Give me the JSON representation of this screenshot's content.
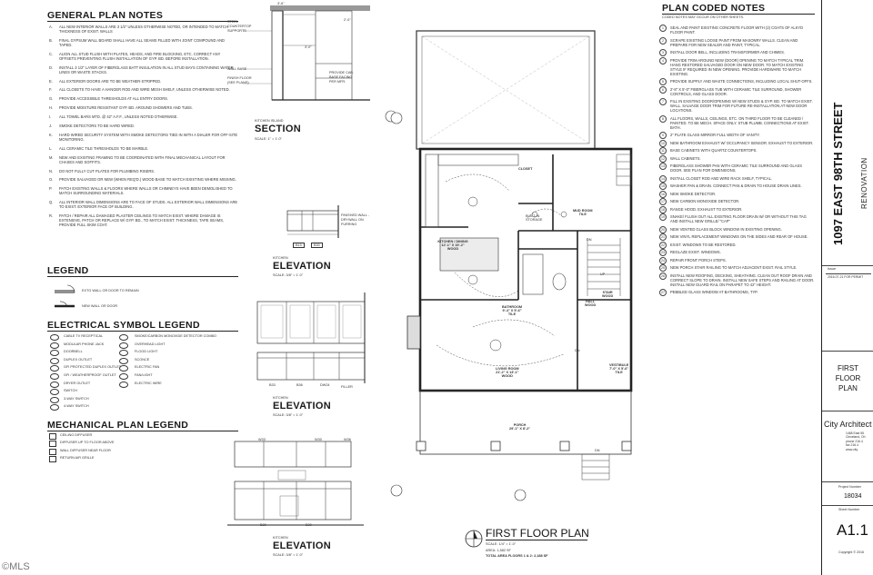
{
  "general_plan_notes": {
    "title": "GENERAL PLAN NOTES",
    "items": [
      {
        "key": "A.",
        "text": "ALL NEW INTERIOR WALLS ARE 3 1/2\" UNLESS OTHERWISE NOTED, OR INTENDED TO MATCH THICKNESS OF EXIST. WALLS"
      },
      {
        "key": "B.",
        "text": "FINAL GYPSUM WALL BOARD SHALL HAVE ALL SEAMS FILLED WITH JOINT COMPOUND AND TAPED."
      },
      {
        "key": "C.",
        "text": "ALIGN ALL STUD FLUSH WITH PLATES, HEADS, AND FIRE BLOCKING, ETC. CORRECT ANY OFFSETS PREVENTING FLUSH INSTALLATION OF GYP. BD. BEFORE INSTALLATION."
      },
      {
        "key": "D.",
        "text": "INSTALL 3 1/2\" LAYER OF FIBERGLASS BATT INSULATION IN ALL STUD BAYS CONTAINING WATER LINES OR WASTE STACKS."
      },
      {
        "key": "E.",
        "text": "ALL EXTERIOR DOORS ARE TO BE WEATHER-STRIPPED."
      },
      {
        "key": "F.",
        "text": "ALL CLOSETS TO HAVE A HANGER ROD AND WIRE MESH SHELF, UNLESS OTHERWISE NOTED."
      },
      {
        "key": "G.",
        "text": "PROVIDE ACCESSIBLE THRESHOLDS AT ALL ENTRY DOORS."
      },
      {
        "key": "H.",
        "text": "PROVIDE MOISTURE RESISTANT GYP. BD. AROUND SHOWERS AND TUBS."
      },
      {
        "key": "I.",
        "text": "ALL TOWEL BARS MTD. @ 42\" A.F.F., UNLESS NOTED OTHERWISE."
      },
      {
        "key": "J.",
        "text": "SMOKE DETECTORS TO BE HARD WIRED."
      },
      {
        "key": "K.",
        "text": "HARD WIRED SECURITY SYSTEM WITH SMOKE DETECTORS TIED IN WITH A DIALER FOR OFF-SITE MONITORING."
      },
      {
        "key": "L.",
        "text": "ALL CERAMIC TILE THRESHOLDS TO BE MARBLE."
      },
      {
        "key": "M.",
        "text": "NEW AND EXISTING FRAMING TO BE COORDINATED WITH FINAL MECHANICAL LAYOUT FOR CHASES AND SOFFITS."
      },
      {
        "key": "N.",
        "text": "DO NOT FULLY CUT PLATES FOR PLUMBING RISERS."
      },
      {
        "key": "O.",
        "text": "PROVIDE SALVAGED OR NEW (WHEN REQ'D.) WOOD BASE TO MATCH EXISTING WHERE MISSING."
      },
      {
        "key": "P.",
        "text": "PATCH EXISTING WALLS & FLOORS WHERE WALLS OR CHIMNEYS HAVE BEEN DEMOLISHED TO MATCH SURROUNDING MATERIALS."
      },
      {
        "key": "Q.",
        "text": "ALL INTERIOR WALL DIMENSIONS ARE TO FACE OF STUDS. ALL EXTERIOR WALL DIMENSIONS ARE TO EXIST. EXTERIOR FACE OF BUILDING."
      },
      {
        "key": "R.",
        "text": "PATCH / REPAIR ALL DAMAGED PLASTER CEILINGS TO MATCH EXIST. WHERE DAMAGE IS EXTENSIVE, PATCH OR REPLACE W/ GYP. BD., TO MATCH EXIST. THICKNESS, TAPE SEAMS, PROVIDE FULL SKIM COAT."
      }
    ]
  },
  "legend": {
    "title": "LEGEND",
    "items": [
      "EXTG WALL OR DOOR TO REMAIN",
      "NEW WALL OR DOOR"
    ]
  },
  "electrical_legend": {
    "title": "ELECTRICAL SYMBOL LEGEND",
    "left": [
      "CABLE TV RECEPTICAL",
      "MODULAR PHONE JACK",
      "DOORBELL",
      "DUPLEX OUTLET",
      "GFI PROTECTED DUPLEX OUTLET",
      "GFI / WEATHERPROOF OUTLET",
      "DRYER OUTLET",
      "SWITCH",
      "3-WAY SWITCH",
      "4-WAY SWITCH"
    ],
    "right": [
      "SMOKE/CARBON MONOXIDE DETECTOR COMBO",
      "OVERHEAD LIGHT",
      "FLOOD LIGHT",
      "SCONCE",
      "ELECTRIC FAN",
      "FAN/LIGHT",
      "ELECTRIC WIRE"
    ]
  },
  "mechanical_legend": {
    "title": "MECHANICAL PLAN LEGEND",
    "items": [
      "CEILING DIFFUSER",
      "DIFFUSER UP TO FLOOR ABOVE",
      "WALL DIFFUSER NEAR FLOOR",
      "RETURN AIR GRILLE"
    ]
  },
  "section_drawing": {
    "title": "SECTION",
    "caption": "KITCHEN ISLAND",
    "scale": "SCALE: 1\" = 1'-0\"",
    "labels": [
      "STEEL COUNTERTOP SUPPORTS",
      "WALL BASE",
      "FINISH FLOOR (SEE PLANS)",
      "PROVIDE CAB. BASE FACING PER MFR."
    ],
    "dims": [
      "3'-6\"",
      "3'-0\"",
      "2'-0\""
    ]
  },
  "elevations": [
    {
      "title": "ELEVATION",
      "caption": "KITCHEN",
      "scale": "SCALE: 3/8\" = 1'-0\"",
      "tags": [
        "B15",
        "B30"
      ],
      "note": "FINISHED WALL - DRYWALL ON FURRING"
    },
    {
      "title": "ELEVATION",
      "caption": "KITCHEN",
      "scale": "SCALE: 3/8\" = 1'-0\"",
      "tags": [
        "B33",
        "B36",
        "DW24"
      ],
      "note": "FILLER"
    },
    {
      "title": "ELEVATION",
      "caption": "KITCHEN",
      "scale": "SCALE: 3/8\" = 1'-0\"",
      "tags": [
        "W33",
        "W30",
        "W36",
        "B30",
        "B30"
      ]
    }
  ],
  "plan": {
    "title": "FIRST FLOOR PLAN",
    "scale": "SCALE: 1/4\" = 1'-0\"",
    "area": "AREA: 1,582 SF",
    "total_area": "TOTAL AREA FLOORS 1 & 2: 2,188 SF",
    "rooms": [
      {
        "name": "KITCHEN / DINING",
        "dim": "12'-1\" x 19'-2\"",
        "finish": "WOOD"
      },
      {
        "name": "CLOSET",
        "dim": "",
        "finish": ""
      },
      {
        "name": "MUD ROOM",
        "dim": "",
        "finish": "TILE"
      },
      {
        "name": "BATHROOM",
        "dim": "9'-4\" x 5'-6\"",
        "finish": "TILE"
      },
      {
        "name": "HALL",
        "dim": "",
        "finish": "WOOD"
      },
      {
        "name": "STAIR",
        "dim": "",
        "finish": "WOOD"
      },
      {
        "name": "LIVING ROOM",
        "dim": "21'-2\" x 13'-1\"",
        "finish": "WOOD"
      },
      {
        "name": "VESTIBULE",
        "dim": "7'-0\" x 5'-6\"",
        "finish": "TILE"
      },
      {
        "name": "PORCH",
        "dim": "29'-1\" x 8'-2\"",
        "finish": ""
      }
    ],
    "misc": [
      "BUILT-IN STORAGE",
      "DN",
      "UP",
      "DN",
      "DN"
    ]
  },
  "plan_coded_notes": {
    "title": "PLAN CODED NOTES",
    "subtitle": "CODED NOTES MAY OCCUR ON OTHER SHEETS.",
    "items": [
      "SEAL AND PAINT EXISTING CONCRETE FLOOR WITH (2) COATS OF ALKYD FLOOR PAINT.",
      "SCRAPE EXISTING LOOSE PAINT FROM MASONRY WALLS. CLEAN AND PREPARE FOR NEW SEALER AND PAINT, TYPICAL.",
      "INSTALL DOOR BELL, INCLUDING TRANSFORMER AND CHIMES.",
      "PROVIDE TRIM AROUND NEW (DOOR) OPENING TO MATCH TYPICAL TRIM. HANG RESTORED SALVAGED DOOR ON NEW DOOR. TO MATCH EXISTING STYLE IF REQUIRED IN NEW OPENING. PROVIDE HARDWARE TO MATCH EXISTING.",
      "PROVIDE SUPPLY AND WASTE CONNECTIONS, INCLUDING LOCAL SHUT-OFFS.",
      "2'-8\" X 5'-0\" FIBERGLASS TUB WITH CERAMIC TILE SURROUND, SHOWER CONTROLS, AND GLASS DOOR.",
      "FILL IN EXISTING DOOR/OPENING W/ NEW STUDS & GYP. BD. TO MATCH EXIST. WALL. SALVAGE DOOR TRIM FOR FUTURE RE-INSTALLATION AT NEW DOOR LOCATIONS.",
      "ALL FLOORS, WALLS, CEILINGS, ETC. ON THIRD FLOOR TO BE CLEANED / PAINTED. TO BE MECH. SPACE ONLY. STUB PLUMB. CONNECTIONS AT EXIST. BATH.",
      "2\" PLATE GLASS MIRROR FULL WIDTH OF VANITY.",
      "NEW BATHROOM EXHAUST W/ OCCUPANCY SENSOR. EXHAUST TO EXTERIOR.",
      "BASE CABINETS WITH QUARTZ COUNTERTOPS.",
      "WALL CABINETS.",
      "FIBERGLASS SHOWER PAN WITH CERAMIC TILE SURROUND AND GLASS DOOR. SEE PLAN FOR DIMENSIONS.",
      "INSTALL CLOSET ROD AND WIRE RACK SHELF, TYPICAL.",
      "WASHER PAN & DRAIN. CONNECT PAN & DRAIN TO HOUSE DRAIN LINES.",
      "NEW SMOKE DETECTOR.",
      "NEW CARBON MONOXIDE DETECTOR.",
      "RANGE HOOD. EXHAUST TO EXTERIOR.",
      "SNAKE/ FLUSH OUT ALL EXISTING FLOOR DRAIN W/ OR WITHOUT THIS TAG AND INSTALL NEW GRILLE/ \"CAP\"",
      "NEW VENTED GLASS BLOCK WINDOW IN EXISTING OPENING.",
      "NEW VINYL REPLACEMENT WINDOWS ON THE SIDES AND REAR OF HOUSE.",
      "EXIST. WINDOWS TO BE RESTORED.",
      "REGLAZE EXIST. WINDOWS.",
      "REPAIR FRONT PORCH STEPS.",
      "NEW PORCH STAIR RAILING TO MATCH ADJACENT EXIST. RAIL STYLE.",
      "INSTALL NEW ROOFING, DECKING, SHEATHING. CLEAN OUT ROOF DRAIN AND CORRECT SLOPE TO DRAIN. INSTALL NEW SAFE STEPS AND RAILING AT DOOR. INSTALL NEW GUARD RAIL ON PARAPET TO 42\" HEIGHT.",
      "PEBBLED GLASS WINDOW AT BATHROOMS, TYP."
    ]
  },
  "title_block": {
    "address": "1097 EAST 98TH STREET",
    "project_type": "RENOVATION",
    "issue_label": "Issue",
    "issue_value": "2016-07-21  FOR PERMIT",
    "sheet_title_1": "FIRST",
    "sheet_title_2": "FLOOR",
    "sheet_title_3": "PLAN",
    "firm": "City Architect",
    "firm_address": [
      "1468 East 55",
      "Cleveland, Oh",
      "phone 216.4",
      "fax 216.4",
      "www.city"
    ],
    "project_number_label": "Project Number",
    "project_number": "18034",
    "sheet_number_label": "Sheet Number",
    "sheet_number": "A1.1",
    "copyright": "Copyright © 2016"
  },
  "watermark": "©MLS"
}
